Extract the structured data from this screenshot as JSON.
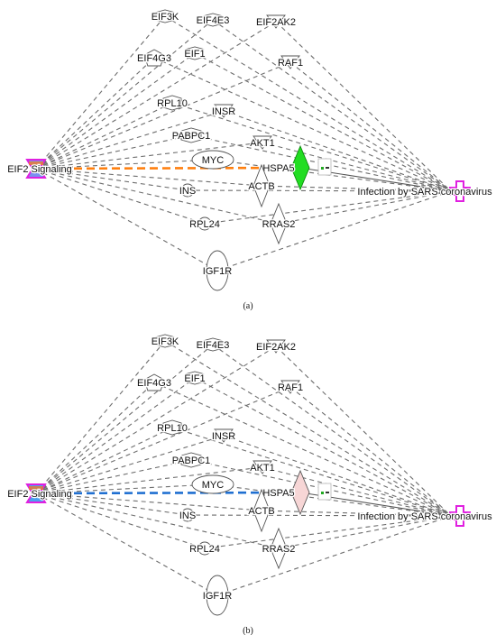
{
  "panels": [
    {
      "caption": "(a)",
      "hub_left": "EIF2 Signaling",
      "hub_right": "Infection by SARS coronavirus",
      "highlight": {
        "node": "HSPA5",
        "node_fill": "#22dd22",
        "edge_color": "#ff7f0e"
      },
      "nodes": [
        "EIF3K",
        "EIF4E3",
        "EIF2AK2",
        "EIF4G3",
        "EIF1",
        "RAF1",
        "RPL10",
        "INSR",
        "PABPC1",
        "AKT1",
        "MYC",
        "HSPA5",
        "INS",
        "ACTB",
        "RPL24",
        "RRAS2",
        "IGF1R"
      ]
    },
    {
      "caption": "(b)",
      "hub_left": "EIF2 Signaling",
      "hub_right": "Infection by SARS coronavirus",
      "highlight": {
        "node": "HSPA5",
        "node_fill": "#f7d6d6",
        "edge_color": "#1f6fd1"
      },
      "nodes": [
        "EIF3K",
        "EIF4E3",
        "EIF2AK2",
        "EIF4G3",
        "EIF1",
        "RAF1",
        "RPL10",
        "INSR",
        "PABPC1",
        "AKT1",
        "MYC",
        "HSPA5",
        "INS",
        "ACTB",
        "RPL24",
        "RRAS2",
        "IGF1R"
      ]
    }
  ],
  "colors": {
    "edge": "#6e6e6e",
    "hub_stroke": "#e020e0",
    "hub_fill_left": "#7a8ff0",
    "hub_fill_left_b": "#4aa0f0"
  }
}
